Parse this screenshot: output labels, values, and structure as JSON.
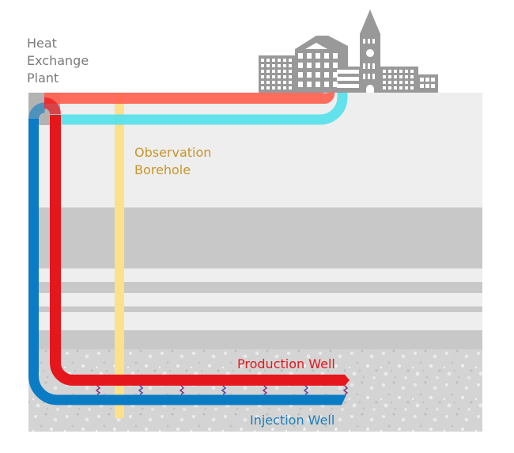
{
  "labels": {
    "plant": [
      "Heat",
      "Exchange",
      "Plant"
    ],
    "observation": [
      "Observation",
      "Borehole"
    ],
    "production": "Production Well",
    "injection": "Injection Well"
  },
  "colors": {
    "sky": "#ffffff",
    "ground_light": "#eeeeee",
    "ground_dark": "#c8c8c8",
    "gravel": "#d4d4d4",
    "building": "#999999",
    "plant_box": "#a8a8a8",
    "hot_surface": "#ff6150",
    "cold_surface": "#5ae0ea",
    "production": "#e5161c",
    "injection": "#0a7cc4",
    "borehole": "#fde08a",
    "plant_text": "#7a7a7a",
    "observation_text": "#c8962a",
    "production_text": "#e5161c",
    "injection_text": "#1a7fbd"
  },
  "strata": [
    "light",
    "dark",
    "light",
    "dark",
    "light",
    "dark",
    "light",
    "dark",
    "gravel"
  ],
  "fracture_count": 7
}
